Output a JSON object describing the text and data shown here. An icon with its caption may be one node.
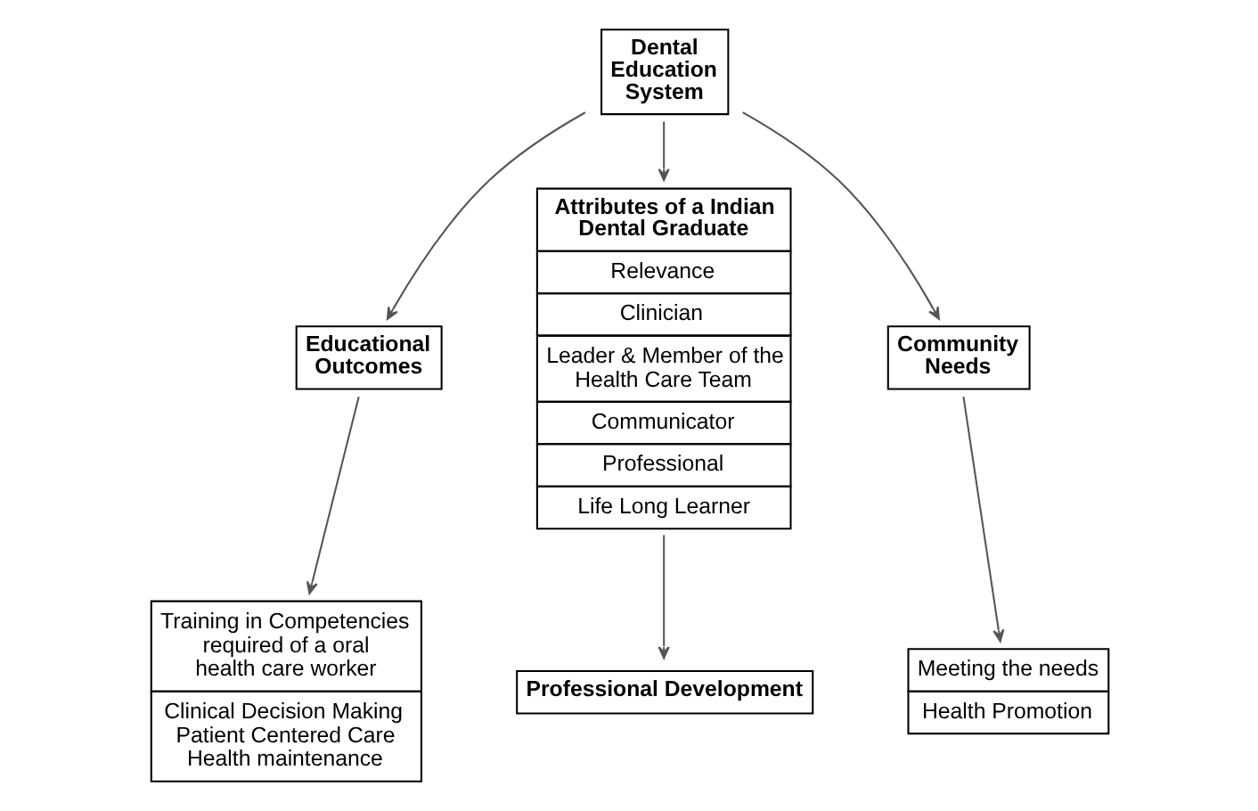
{
  "diagram": {
    "nodes": [
      {
        "text": [
          "Dental Education System"
        ]
      },
      {
        "text": [
          "Educational Outcomes"
        ]
      },
      {
        "text": [
          "Attributes of a Indian Dental Graduate",
          "Relevance",
          "Clinician",
          "Leader & Member of the Health Care Team",
          "Communicator",
          "Professional",
          "Life Long Learner"
        ]
      },
      {
        "text": [
          "Community Needs"
        ]
      },
      {
        "text": [
          "Training in Competencies required of a oral health care worker",
          "Clinical Decision Making Patient Centered Care Health maintenance"
        ]
      },
      {
        "text": [
          "Meeting the needs",
          "Health Promotion"
        ]
      },
      {
        "text": [
          "Professional Development"
        ]
      }
    ],
    "edges": [
      {
        "from": 0,
        "to": 1,
        "arrow": "to"
      },
      {
        "from": 0,
        "to": 2,
        "arrow": "to"
      },
      {
        "from": 0,
        "to": 3,
        "arrow": "to"
      },
      {
        "from": 1,
        "to": 4,
        "arrow": "to"
      },
      {
        "from": 2,
        "to": 6,
        "arrow": "to"
      },
      {
        "from": 3,
        "to": 5,
        "arrow": "to"
      }
    ]
  }
}
